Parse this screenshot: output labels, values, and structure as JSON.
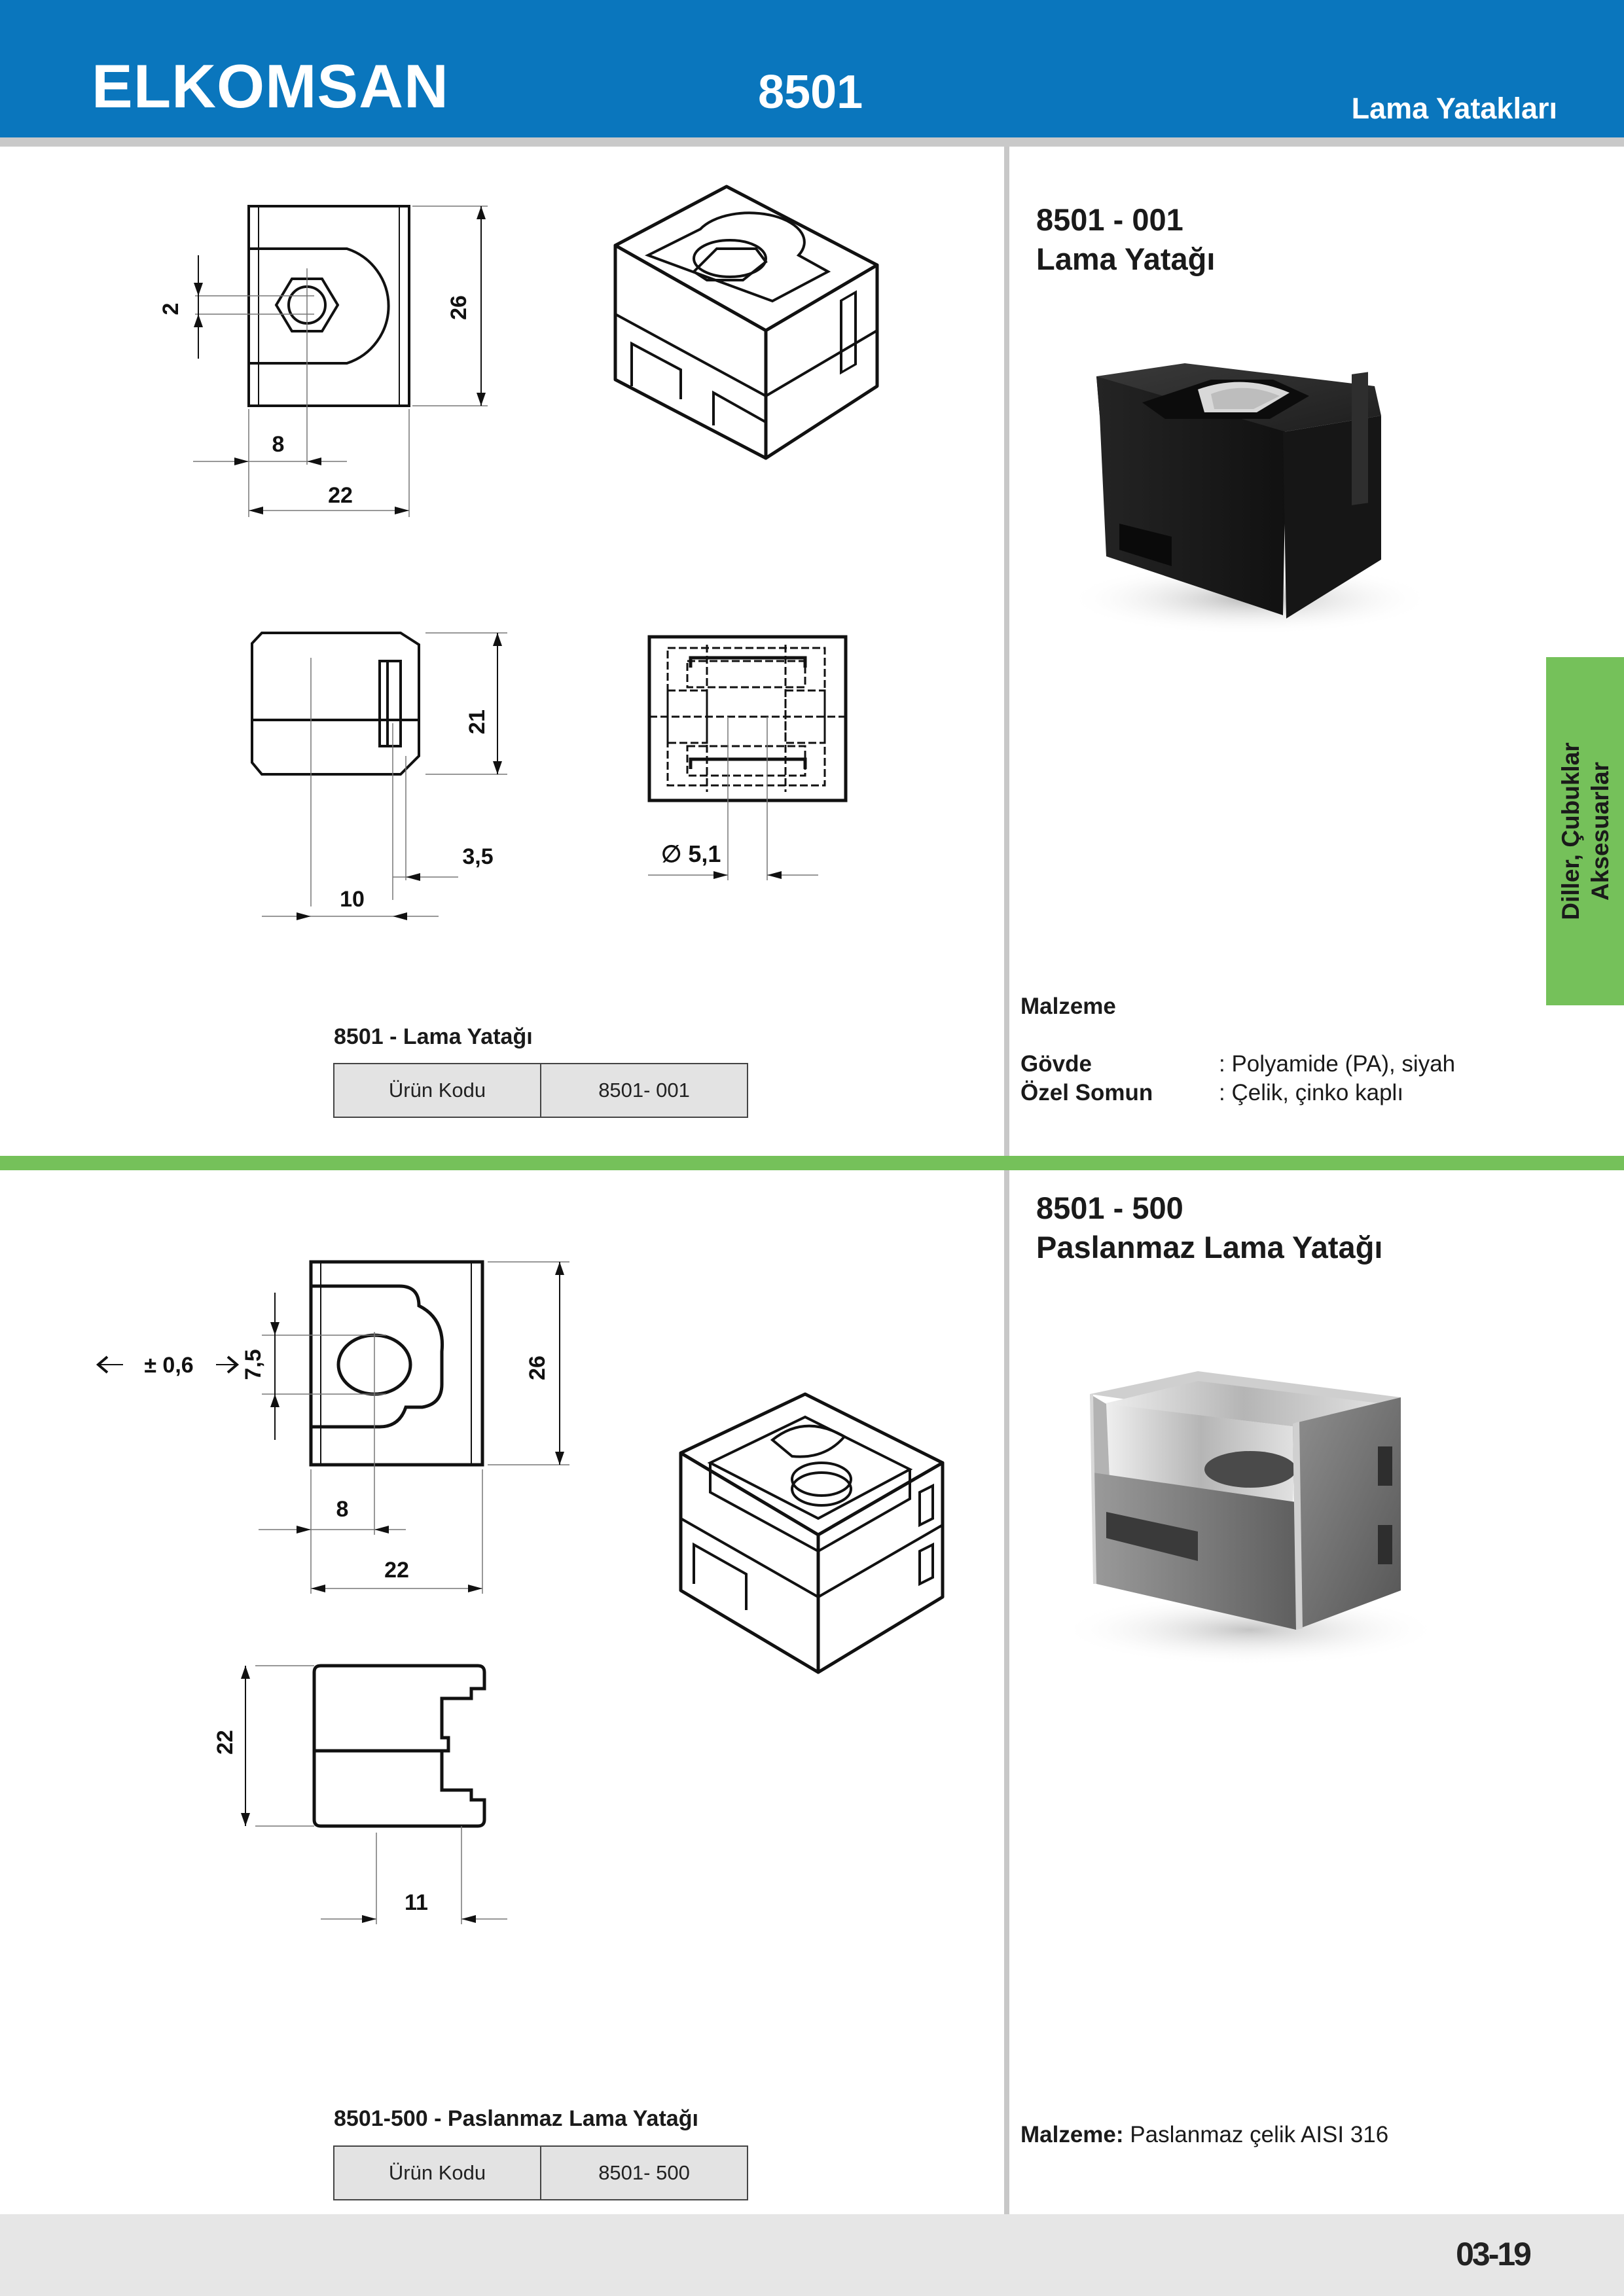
{
  "header": {
    "brand": "ELKOMSAN",
    "model": "8501",
    "category": "Lama Yatakları",
    "bg_color": "#0a76bd"
  },
  "side_tab": {
    "line1": "Diller, Çubuklar",
    "line2": "Aksesuarlar",
    "color": "#75c15a"
  },
  "product1": {
    "code_title": "8501 - 001",
    "name": "Lama Yatağı",
    "caption": "8501 - Lama Yatağı",
    "table": {
      "label": "Ürün Kodu",
      "value": "8501- 001"
    },
    "material": {
      "heading": "Malzeme",
      "rows": [
        {
          "label": "Gövde",
          "value": ": Polyamide (PA), siyah"
        },
        {
          "label": "Özel Somun",
          "value": ": Çelik, çinko kaplı"
        }
      ]
    },
    "dims": {
      "d2": "2",
      "d26": "26",
      "d8": "8",
      "d22": "22",
      "d21": "21",
      "d3_5": "3,5",
      "d10": "10",
      "dia": "∅ 5,1"
    }
  },
  "product2": {
    "code_title": "8501 - 500",
    "name": "Paslanmaz Lama Yatağı",
    "caption": "8501-500 - Paslanmaz Lama Yatağı",
    "table": {
      "label": "Ürün Kodu",
      "value": "8501- 500"
    },
    "material": {
      "label": "Malzeme:",
      "value": "Paslanmaz çelik AISI 316"
    },
    "dims": {
      "tol": "± 0,6",
      "d7_5": "7,5",
      "d26": "26",
      "d8": "8",
      "d22": "22",
      "d22b": "22",
      "d11": "11"
    }
  },
  "footer": {
    "page": "03-19"
  }
}
